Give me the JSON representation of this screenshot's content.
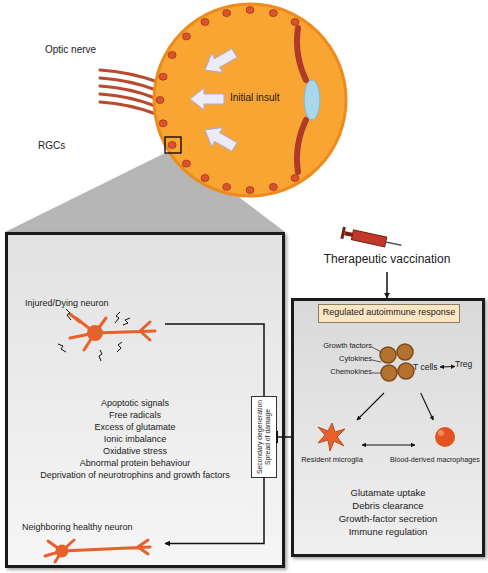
{
  "diagram": {
    "nodes": [
      {
        "text": [
          "Initial insult"
        ]
      },
      {
        "text": [
          "Apoptotic signals",
          "Free radicals",
          "Excess of glutamate",
          "Ionic imbalance",
          "Oxidative stress",
          "Abnormal protein behaviour",
          "Deprivation of neurotrophins and growth factors"
        ]
      },
      {
        "text": [
          "Injured/Dying neuron"
        ],
        "in": 1
      },
      {
        "text": [
          "Secondary degeneration",
          "Spread of damage"
        ],
        "in": 1
      },
      {
        "text": [
          "Neighboring healthy neuron"
        ],
        "in": 1
      },
      {
        "text": [
          "Therapeutic vaccination"
        ]
      },
      {
        "text": [
          "Glutamate uptake",
          "Debris clearance",
          "Growth-factor secretion",
          "Immune regulation"
        ]
      },
      {
        "text": [
          "Regulated autoimmune response"
        ],
        "in": 6
      },
      {
        "text": [
          "T cells"
        ],
        "in": 6
      },
      {
        "text": [
          "Treg"
        ],
        "in": 6
      },
      {
        "text": [
          "Resident microglia"
        ],
        "in": 6
      },
      {
        "text": [
          "Blood-derived macrophages"
        ],
        "in": 6
      }
    ],
    "edges": [
      {
        "from": 2,
        "to": 3,
        "arrow": "none"
      },
      {
        "from": 3,
        "to": 4,
        "arrow": "to"
      },
      {
        "from": 6,
        "to": 3,
        "arrow": "to"
      },
      {
        "from": 5,
        "to": 6,
        "arrow": "to"
      },
      {
        "from": 8,
        "to": 9,
        "arrow": "both"
      },
      {
        "from": 8,
        "to": 10,
        "arrow": "to"
      },
      {
        "from": 8,
        "to": 11,
        "arrow": "to"
      },
      {
        "from": 10,
        "to": 11,
        "arrow": "both"
      }
    ],
    "labels": [
      "Optic nerve",
      "RGCs",
      "Growth factors",
      "Cytokines",
      "Chemokines"
    ]
  }
}
